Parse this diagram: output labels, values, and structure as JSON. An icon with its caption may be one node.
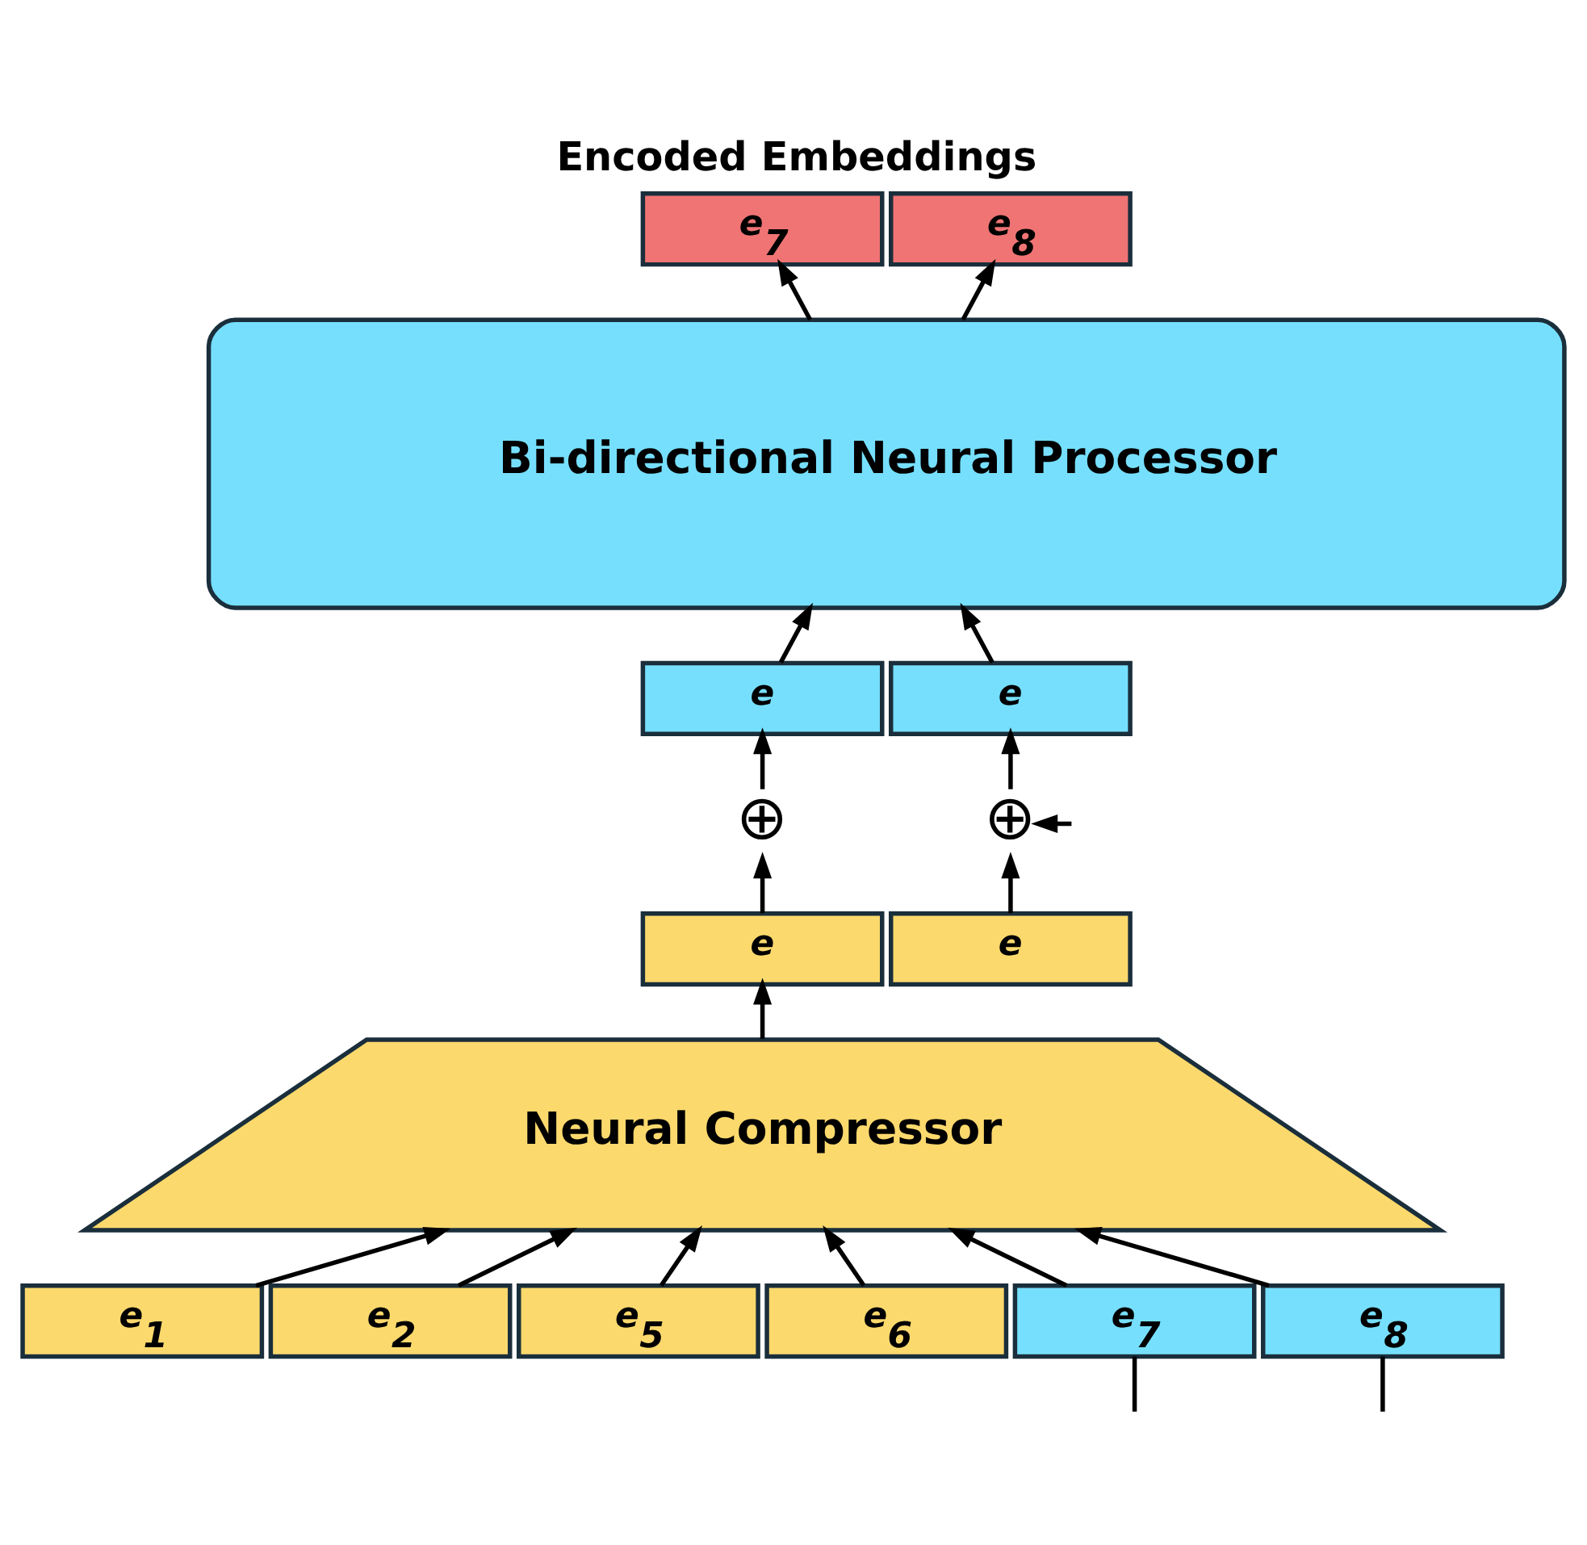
{
  "diagram": {
    "title": "Encoded Embeddings",
    "nodes": [
      {
        "text": [
          "e$_{7}$"
        ]
      },
      {
        "text": [
          "e$_{8}$"
        ]
      },
      {
        "text": [
          "Bi-directional Neural Processor"
        ]
      },
      {
        "text": [
          "e"
        ]
      },
      {
        "text": [
          "e"
        ]
      },
      {
        "text": [
          "⊕"
        ]
      },
      {
        "text": [
          "⊕"
        ]
      },
      {
        "text": [
          "e"
        ]
      },
      {
        "text": [
          "e"
        ]
      },
      {
        "text": [
          "Neural Compressor"
        ]
      },
      {
        "text": [
          "e$_{1}$"
        ]
      },
      {
        "text": [
          "e$_{2}$"
        ]
      },
      {
        "text": [
          "e$_{5}$"
        ]
      },
      {
        "text": [
          "e$_{6}$"
        ]
      },
      {
        "text": [
          "e$_{7}$"
        ]
      },
      {
        "text": [
          "e$_{8}$"
        ]
      }
    ],
    "edges": [
      {
        "from": 2,
        "to": 0,
        "arrow": "to"
      },
      {
        "from": 2,
        "to": 1,
        "arrow": "to"
      },
      {
        "from": 3,
        "to": 2,
        "arrow": "to"
      },
      {
        "from": 4,
        "to": 2,
        "arrow": "to"
      },
      {
        "from": 5,
        "to": 3,
        "arrow": "to"
      },
      {
        "from": 6,
        "to": 4,
        "arrow": "to"
      },
      {
        "from": 7,
        "to": 5,
        "arrow": "to"
      },
      {
        "from": 8,
        "to": 6,
        "arrow": "to"
      },
      {
        "from": 9,
        "to": 7,
        "arrow": "to"
      },
      {
        "from": 10,
        "to": 9,
        "arrow": "to"
      },
      {
        "from": 11,
        "to": 9,
        "arrow": "to"
      },
      {
        "from": 12,
        "to": 9,
        "arrow": "to"
      },
      {
        "from": 13,
        "to": 9,
        "arrow": "to"
      },
      {
        "from": 14,
        "to": 9,
        "arrow": "to"
      },
      {
        "from": 15,
        "to": 9,
        "arrow": "to"
      },
      {
        "from": null,
        "to": 6,
        "arrow": "to"
      },
      {
        "from": null,
        "to": 14,
        "arrow": "none"
      },
      {
        "from": null,
        "to": 15,
        "arrow": "none"
      }
    ]
  }
}
